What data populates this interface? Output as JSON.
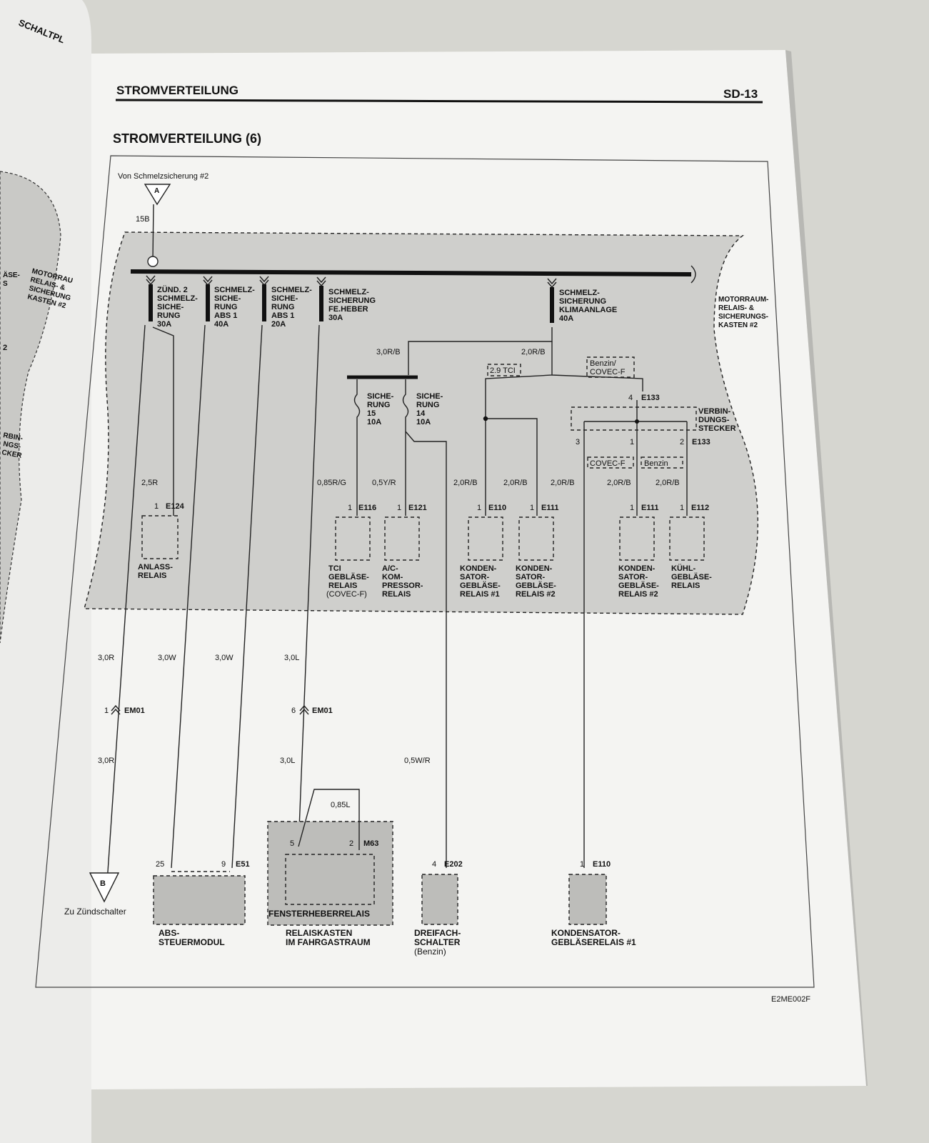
{
  "header": {
    "section": "STROMVERTEILUNG",
    "page": "SD-13",
    "diagram_title": "STROMVERTEILUNG (6)",
    "code": "E2ME002F",
    "left_page_title": "SCHALTPL"
  },
  "left_page": {
    "labels": [
      "ÄSE-",
      "S",
      "MOTORRAU",
      "RELAIS- &",
      "SICHERUNG",
      "KASTEN #2",
      "2",
      "RBIN-",
      "NGS-",
      "CKER"
    ]
  },
  "source": {
    "label": "Von Schmelzsicherung #2",
    "connector": "A",
    "wire": "15B"
  },
  "box_label": [
    "MOTORRAUM-",
    "RELAIS- &",
    "SICHERUNGS-",
    "KASTEN #2"
  ],
  "fuses": [
    {
      "lines": [
        "ZÜND. 2",
        "SCHMELZ-",
        "SICHE-",
        "RUNG",
        "30A"
      ]
    },
    {
      "lines": [
        "SCHMELZ-",
        "SICHE-",
        "RUNG",
        "ABS 1",
        "40A"
      ]
    },
    {
      "lines": [
        "SCHMELZ-",
        "SICHE-",
        "RUNG",
        "ABS 1",
        "20A"
      ]
    },
    {
      "lines": [
        "SCHMELZ-",
        "SICHERUNG",
        "FE.HEBER",
        "30A"
      ]
    },
    {
      "lines": [
        "SCHMELZ-",
        "SICHERUNG",
        "KLIMAANLAGE",
        "40A"
      ]
    }
  ],
  "small_fuses": [
    {
      "lines": [
        "SICHE-",
        "RUNG",
        "15",
        "10A"
      ]
    },
    {
      "lines": [
        "SICHE-",
        "RUNG",
        "14",
        "10A"
      ]
    }
  ],
  "wires": {
    "w30rb": "3,0R/B",
    "w20rb_top": "2,0R/B",
    "w25r": "2,5R",
    "w085rg": "0,85R/G",
    "w05yr": "0,5Y/R",
    "w20rb": "2,0R/B",
    "w30r": "3,0R",
    "w30w": "3,0W",
    "w30l": "3,0L",
    "w05wr": "0,5W/R",
    "w085l": "0,85L"
  },
  "variants": {
    "tci": "2.9 TCI",
    "benzin_covec": [
      "Benzin/",
      "COVEC-F"
    ],
    "covec": "COVEC-F",
    "benzin": "Benzin"
  },
  "joint": {
    "label": [
      "VERBIN-",
      "DUNGS-",
      "STECKER"
    ],
    "connector": "E133",
    "pin_top": "4",
    "pins": [
      "3",
      "1",
      "2"
    ]
  },
  "relays": [
    {
      "pin": "1",
      "conn": "E124",
      "lines": [
        "ANLASS-",
        "RELAIS"
      ]
    },
    {
      "pin": "1",
      "conn": "E116",
      "lines": [
        "TCI",
        "GEBLÄSE-",
        "RELAIS",
        "(COVEC-F)"
      ]
    },
    {
      "pin": "1",
      "conn": "E121",
      "lines": [
        "A/C-",
        "KOM-",
        "PRESSOR-",
        "RELAIS"
      ]
    },
    {
      "pin": "1",
      "conn": "E110",
      "lines": [
        "KONDEN-",
        "SATOR-",
        "GEBLÄSE-",
        "RELAIS #1"
      ]
    },
    {
      "pin": "1",
      "conn": "E111",
      "lines": [
        "KONDEN-",
        "SATOR-",
        "GEBLÄSE-",
        "RELAIS #2"
      ]
    },
    {
      "pin": "1",
      "conn": "E111",
      "lines": [
        "KONDEN-",
        "SATOR-",
        "GEBLÄSE-",
        "RELAIS #2"
      ]
    },
    {
      "pin": "1",
      "conn": "E112",
      "lines": [
        "KÜHL-",
        "GEBLÄSE-",
        "RELAIS"
      ]
    }
  ],
  "em01": [
    {
      "pin": "1",
      "conn": "EM01"
    },
    {
      "pin": "6",
      "conn": "EM01"
    }
  ],
  "bottom": {
    "dest_connector": "B",
    "dest_label": "Zu Zündschalter",
    "abs": {
      "pin_a": "25",
      "pin_b": "9",
      "conn": "E51",
      "lines": [
        "ABS-",
        "STEUERMODUL"
      ]
    },
    "relay_box": {
      "pin_a": "5",
      "pin_b": "2",
      "conn": "M63",
      "inner": "FENSTERHEBERRELAIS",
      "lines": [
        "RELAISKASTEN",
        "IM FAHRGASTRAUM"
      ]
    },
    "triple": {
      "pin": "4",
      "conn": "E202",
      "lines": [
        "DREIFACH-",
        "SCHALTER",
        "(Benzin)"
      ]
    },
    "cond": {
      "pin": "1",
      "conn": "E110",
      "lines": [
        "KONDENSATOR-",
        "GEBLÄSERELAIS #1"
      ]
    }
  }
}
